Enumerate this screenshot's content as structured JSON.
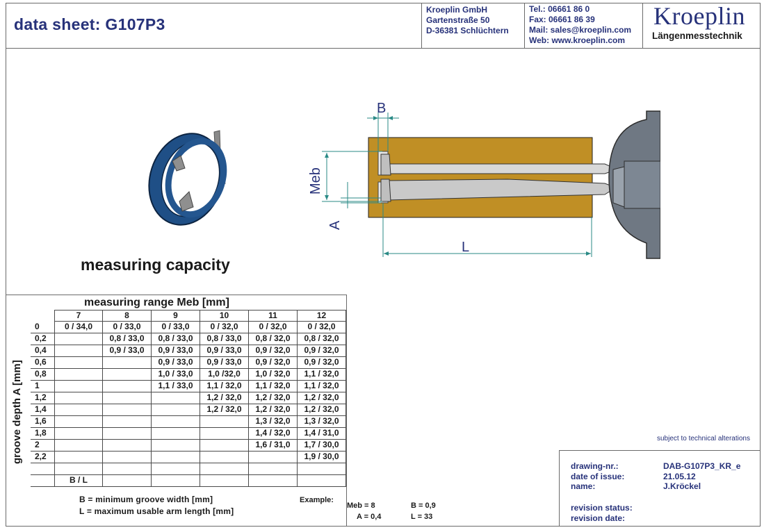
{
  "header": {
    "title": "data sheet:  G107P3",
    "company": [
      "Kroeplin GmbH",
      "Gartenstraße 50",
      "D-36381 Schlüchtern"
    ],
    "contact": [
      "Tel.:  06661 86 0",
      "Fax:  06661 86 39",
      "Mail: sales@kroeplin.com",
      "Web: www.kroeplin.com"
    ],
    "logo_word": "Kroeplin",
    "logo_sub": "Längenmesstechnik"
  },
  "drawing": {
    "label_b": "B",
    "label_meb": "Meb",
    "label_a": "A",
    "label_l": "L",
    "colors": {
      "body": "#c08f25",
      "dimension": "#2a8a86",
      "ring": "#1c3f6e",
      "gauge": "#6f7883"
    }
  },
  "capacity_label": "measuring capacity",
  "table": {
    "caption": "measuring range  Meb  [mm]",
    "y_axis_label": "groove depth A [mm]",
    "columns": [
      "7",
      "8",
      "9",
      "10",
      "11",
      "12"
    ],
    "rows": [
      {
        "label": "0",
        "cells": [
          "0 / 34,0",
          "0 / 33,0",
          "0 / 33,0",
          "0 / 32,0",
          "0 / 32,0",
          "0 / 32,0"
        ]
      },
      {
        "label": "0,2",
        "cells": [
          "",
          "0,8 / 33,0",
          "0,8 / 33,0",
          "0,8 / 33,0",
          "0,8 / 32,0",
          "0,8 / 32,0"
        ]
      },
      {
        "label": "0,4",
        "cells": [
          "",
          "0,9 / 33,0",
          "0,9 / 33,0",
          "0,9 / 33,0",
          "0,9 / 32,0",
          "0,9 / 32,0"
        ]
      },
      {
        "label": "0,6",
        "cells": [
          "",
          "",
          "0,9 / 33,0",
          "0,9 / 33,0",
          "0,9 / 32,0",
          "0,9 / 32,0"
        ]
      },
      {
        "label": "0,8",
        "cells": [
          "",
          "",
          "1,0 / 33,0",
          "1,0 /32,0",
          "1,0 / 32,0",
          "1,1 / 32,0"
        ]
      },
      {
        "label": "1",
        "cells": [
          "",
          "",
          "1,1 / 33,0",
          "1,1 / 32,0",
          "1,1 / 32,0",
          "1,1 / 32,0"
        ]
      },
      {
        "label": "1,2",
        "cells": [
          "",
          "",
          "",
          "1,2 / 32,0",
          "1,2 / 32,0",
          "1,2 / 32,0"
        ]
      },
      {
        "label": "1,4",
        "cells": [
          "",
          "",
          "",
          "1,2 / 32,0",
          "1,2 / 32,0",
          "1,2 / 32,0"
        ]
      },
      {
        "label": "1,6",
        "cells": [
          "",
          "",
          "",
          "",
          "1,3 / 32,0",
          "1,3 / 32,0"
        ]
      },
      {
        "label": "1,8",
        "cells": [
          "",
          "",
          "",
          "",
          "1,4 / 32,0",
          "1,4 / 31,0"
        ]
      },
      {
        "label": "2",
        "cells": [
          "",
          "",
          "",
          "",
          "1,6 / 31,0",
          "1,7 / 30,0"
        ]
      },
      {
        "label": "2,2",
        "cells": [
          "",
          "",
          "",
          "",
          "",
          "1,9 / 30,0"
        ]
      },
      {
        "label": "",
        "cells": [
          "",
          "",
          "",
          "",
          "",
          ""
        ]
      },
      {
        "label": "",
        "cells": [
          "B / L",
          "",
          "",
          "",
          "",
          ""
        ]
      }
    ],
    "legend": [
      "B = minimum groove width [mm]",
      "L = maximum usable arm length [mm]"
    ],
    "example": {
      "label": "Example:",
      "meb": "Meb =  8",
      "b": "B =  0,9",
      "a": "A =  0,4",
      "l": "L =  33"
    }
  },
  "alterations_note": "subject to technical alterations",
  "title_block": {
    "drawing_nr_label": "drawing-nr.:",
    "drawing_nr": "DAB-G107P3_KR_e",
    "issue_label": "date of issue:",
    "issue_date": "21.05.12",
    "name_label": "name:",
    "name": "J.Kröckel",
    "revision_status_label": "revision status:",
    "revision_date_label": "revision date:"
  }
}
